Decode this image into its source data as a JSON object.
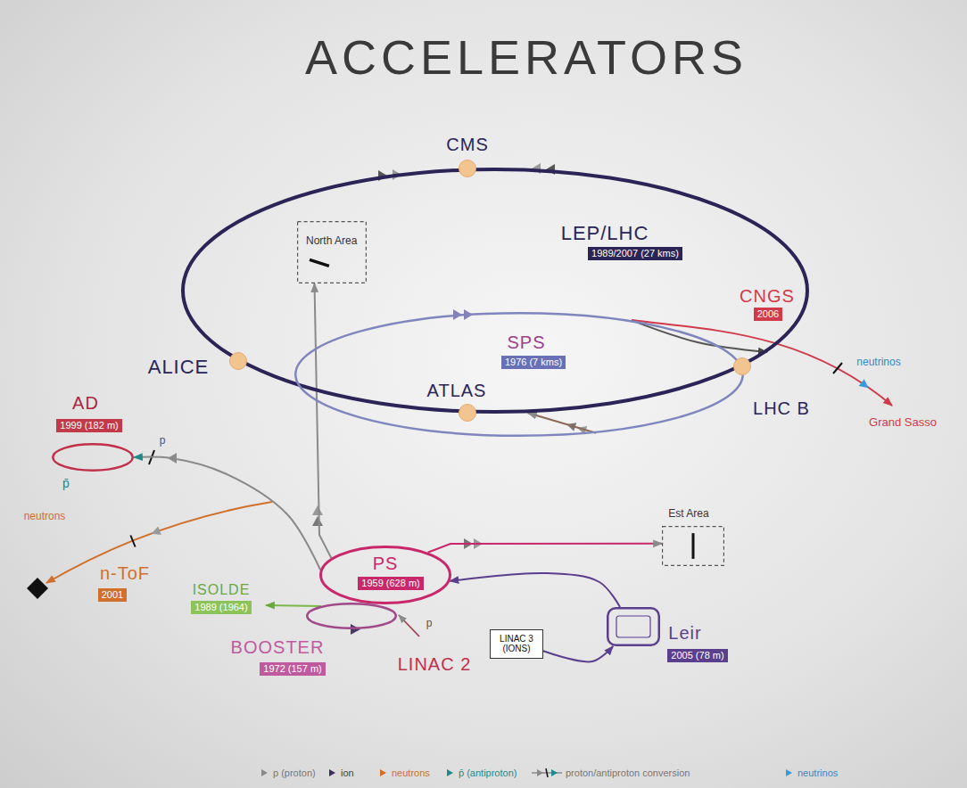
{
  "diagram": {
    "title": "ACCELERATORS",
    "nodes": [
      {
        "text": [
          "LEP/LHC",
          "1989/2007 (27 kms)"
        ]
      },
      {
        "text": [
          "CMS"
        ]
      },
      {
        "text": [
          "North Area"
        ],
        "in": 0
      },
      {
        "text": [
          "SPS",
          "1976 (7 kms)"
        ]
      },
      {
        "text": [
          "ALICE"
        ]
      },
      {
        "text": [
          "ATLAS"
        ]
      },
      {
        "text": [
          "LHC B"
        ]
      },
      {
        "text": [
          "AD",
          "1999 (182 m)"
        ]
      },
      {
        "text": [
          "Est Area"
        ]
      },
      {
        "text": [
          "PS",
          "1959 (628 m)"
        ]
      },
      {
        "text": [
          "BOOSTER",
          "1972 (157 m)"
        ]
      },
      {
        "text": [
          "LINAC 3 (IONS)"
        ]
      },
      {
        "text": [
          "Leir",
          "2005 (78 m)"
        ]
      }
    ],
    "edges": [
      {
        "from": 9,
        "to": 2,
        "arrow": "to"
      },
      {
        "from": 9,
        "to": 8,
        "arrow": "to"
      },
      {
        "from": 9,
        "to": 7,
        "arrow": "to"
      },
      {
        "from": 11,
        "to": 12,
        "arrow": "to"
      },
      {
        "from": 12,
        "to": 9,
        "arrow": "to"
      },
      {
        "from": 3,
        "to": 0,
        "arrow": "to"
      },
      {
        "from": 3,
        "to": 0,
        "arrow": "to"
      }
    ],
    "labels": [
      "CNGS",
      "2006",
      "neutrinos",
      "Grand Sasso",
      "p",
      "p̄",
      "neutrons",
      "n-ToF",
      "2001",
      "ISOLDE",
      "1989 (1964)",
      "p",
      "LINAC 2"
    ],
    "legend": [
      {
        "text": "p (proton)"
      },
      {
        "text": "ion"
      },
      {
        "text": "neutrons"
      },
      {
        "text": "p̄ (antiproton)"
      },
      {
        "text": "proton/antiproton conversion"
      },
      {
        "text": "neutrinos"
      }
    ]
  }
}
